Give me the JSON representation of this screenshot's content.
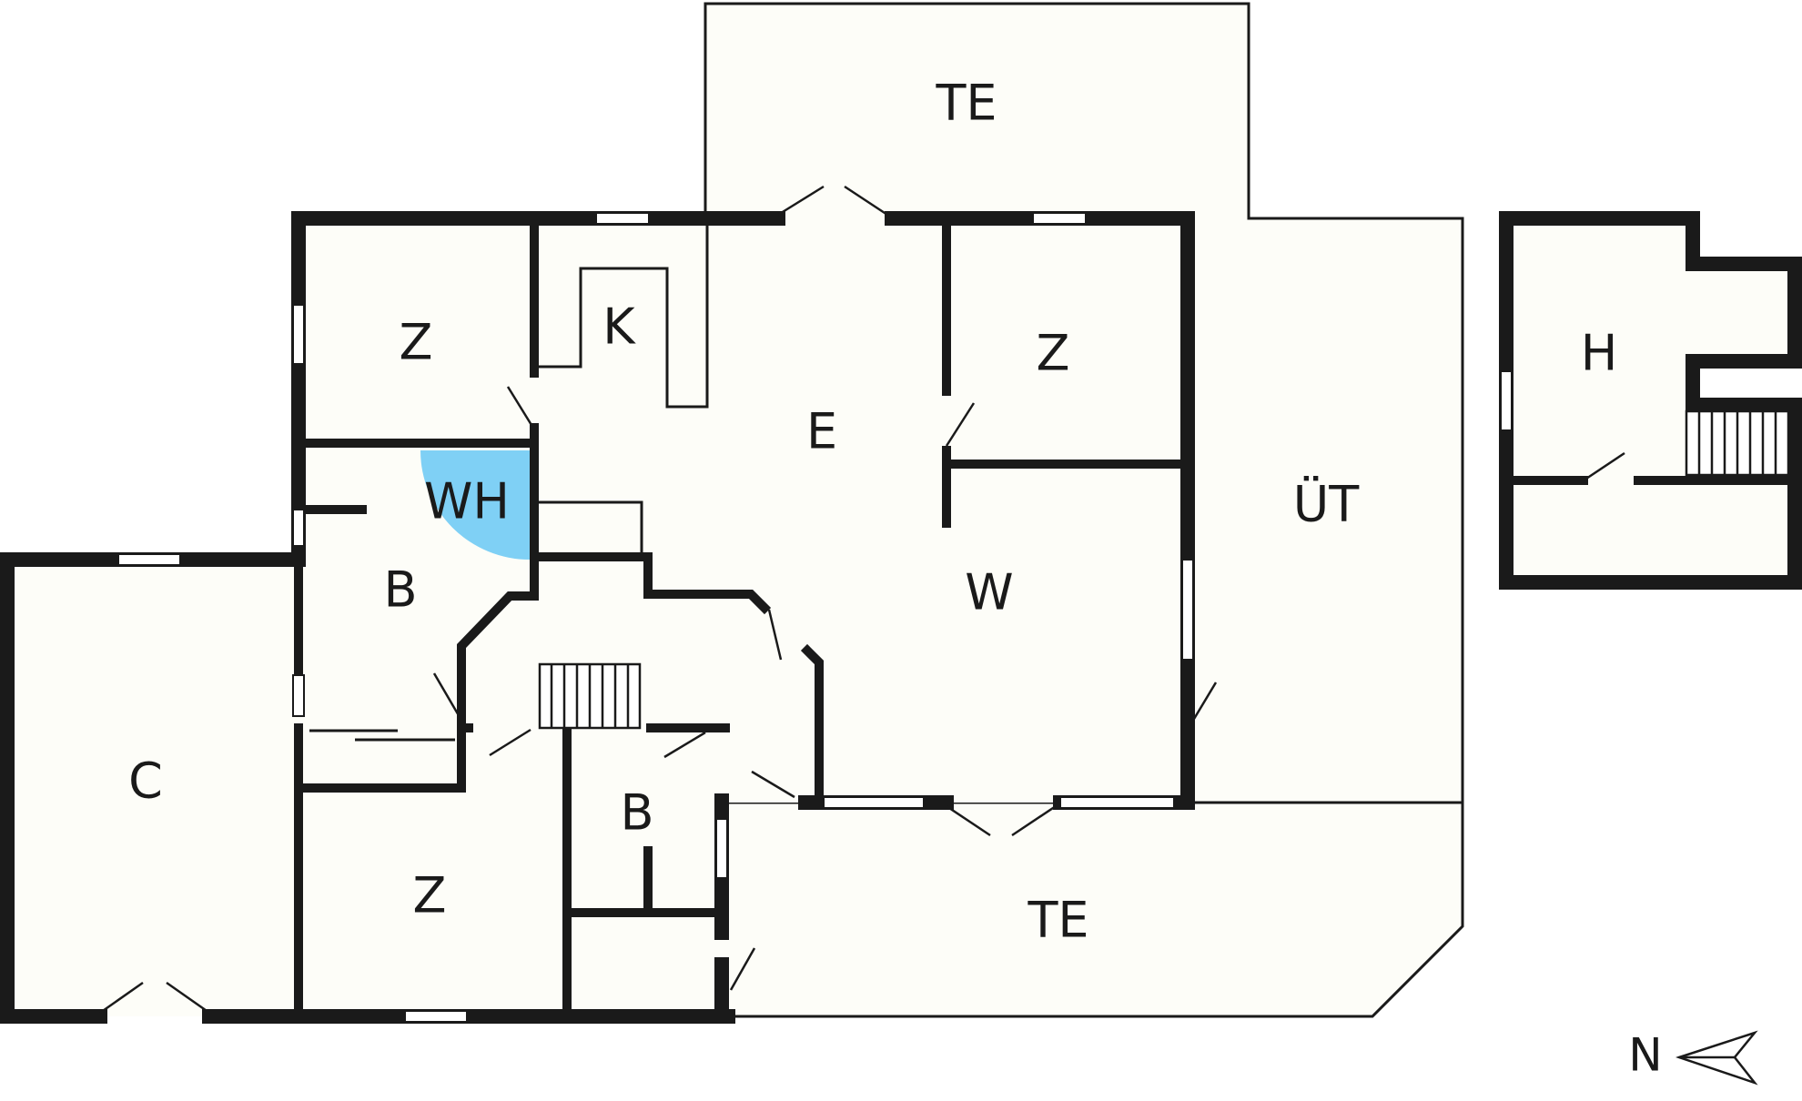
{
  "rooms": {
    "te_north": "TE",
    "k": "K",
    "e": "E",
    "z_nw": "Z",
    "z_ne": "Z",
    "ut": "ÜT",
    "h": "H",
    "wh": "WH",
    "b_west": "B",
    "w": "W",
    "c": "C",
    "z_sw": "Z",
    "b_south": "B",
    "te_south": "TE"
  },
  "compass": {
    "label": "N"
  },
  "colors": {
    "wall": "#1a1a1a",
    "floor": "#fdfdf8",
    "wet_area": "#7fd0f5"
  }
}
